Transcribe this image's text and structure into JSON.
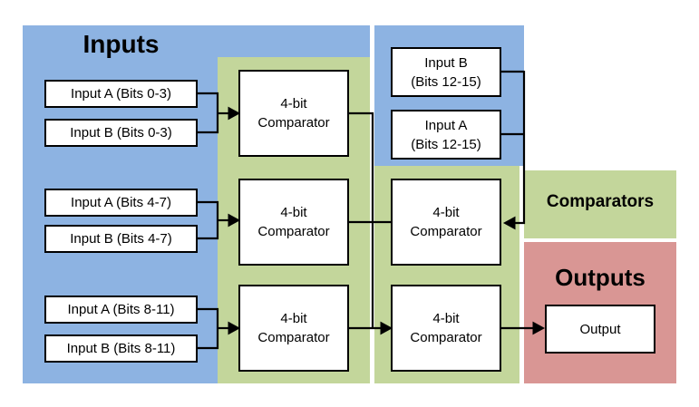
{
  "regions": {
    "inputs": {
      "label": "Inputs",
      "color": "#8DB3E2"
    },
    "comparators": {
      "label": "Comparators",
      "color": "#C3D69B"
    },
    "outputs": {
      "label": "Outputs",
      "color": "#D99694"
    }
  },
  "nodes": {
    "input_a_0_3": {
      "label": "Input A (Bits 0-3)"
    },
    "input_b_0_3": {
      "label": "Input B (Bits 0-3)"
    },
    "input_a_4_7": {
      "label": "Input A (Bits 4-7)"
    },
    "input_b_4_7": {
      "label": "Input B (Bits 4-7)"
    },
    "input_a_8_11": {
      "label": "Input A (Bits 8-11)"
    },
    "input_b_8_11": {
      "label": "Input B (Bits 8-11)"
    },
    "input_b_12_15": {
      "line1": "Input B",
      "line2": "(Bits 12-15)"
    },
    "input_a_12_15": {
      "line1": "Input A",
      "line2": "(Bits 12-15)"
    },
    "comparator": {
      "line1": "4-bit",
      "line2": "Comparator"
    },
    "output": {
      "label": "Output"
    }
  }
}
